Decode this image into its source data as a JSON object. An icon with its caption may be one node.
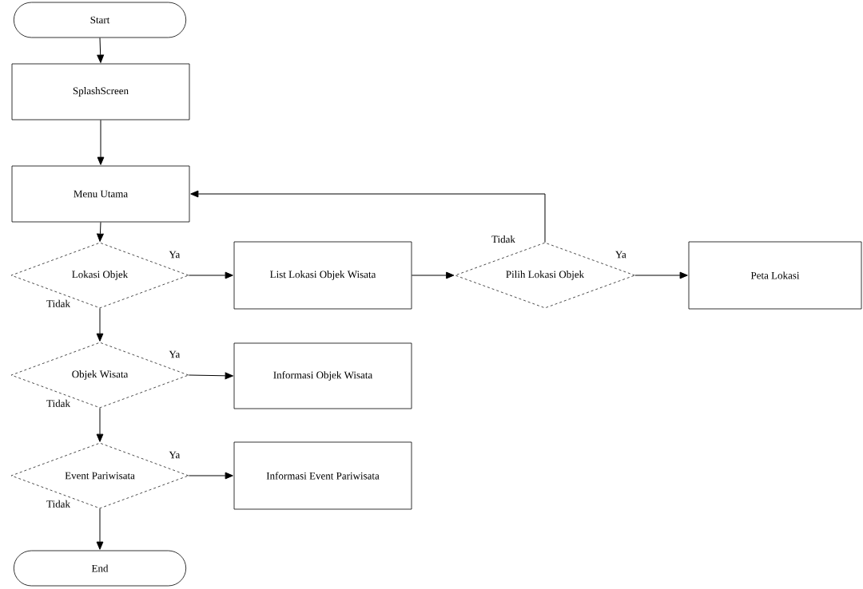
{
  "diagram": {
    "nodes": [
      {
        "text": [
          "Start"
        ]
      },
      {
        "text": [
          "SplashScreen"
        ]
      },
      {
        "text": [
          "Menu Utama"
        ]
      },
      {
        "text": [
          "Lokasi Objek"
        ]
      },
      {
        "text": [
          "List Lokasi Objek Wisata"
        ]
      },
      {
        "text": [
          "Pilih Lokasi Objek"
        ]
      },
      {
        "text": [
          "Peta Lokasi"
        ]
      },
      {
        "text": [
          "Objek Wisata"
        ]
      },
      {
        "text": [
          "Informasi Objek Wisata"
        ]
      },
      {
        "text": [
          "Event Pariwisata"
        ]
      },
      {
        "text": [
          "Informasi Event Pariwisata"
        ]
      },
      {
        "text": [
          "End"
        ]
      }
    ],
    "edges": [
      {
        "from": 0,
        "to": 1,
        "arrow": "to"
      },
      {
        "from": 1,
        "to": 2,
        "arrow": "to"
      },
      {
        "from": 2,
        "to": 3,
        "arrow": "to"
      },
      {
        "from": 3,
        "to": 4,
        "arrow": "to",
        "label": "Ya"
      },
      {
        "from": 4,
        "to": 5,
        "arrow": "to"
      },
      {
        "from": 5,
        "to": 6,
        "arrow": "to",
        "label": "Ya"
      },
      {
        "from": 5,
        "to": 2,
        "arrow": "to",
        "label": "Tidak"
      },
      {
        "from": 3,
        "to": 7,
        "arrow": "to",
        "label": "Tidak"
      },
      {
        "from": 7,
        "to": 8,
        "arrow": "to",
        "label": "Ya"
      },
      {
        "from": 7,
        "to": 9,
        "arrow": "to",
        "label": "Tidak"
      },
      {
        "from": 9,
        "to": 10,
        "arrow": "to",
        "label": "Ya"
      },
      {
        "from": 9,
        "to": 11,
        "arrow": "to",
        "label": "Tidak"
      }
    ]
  }
}
